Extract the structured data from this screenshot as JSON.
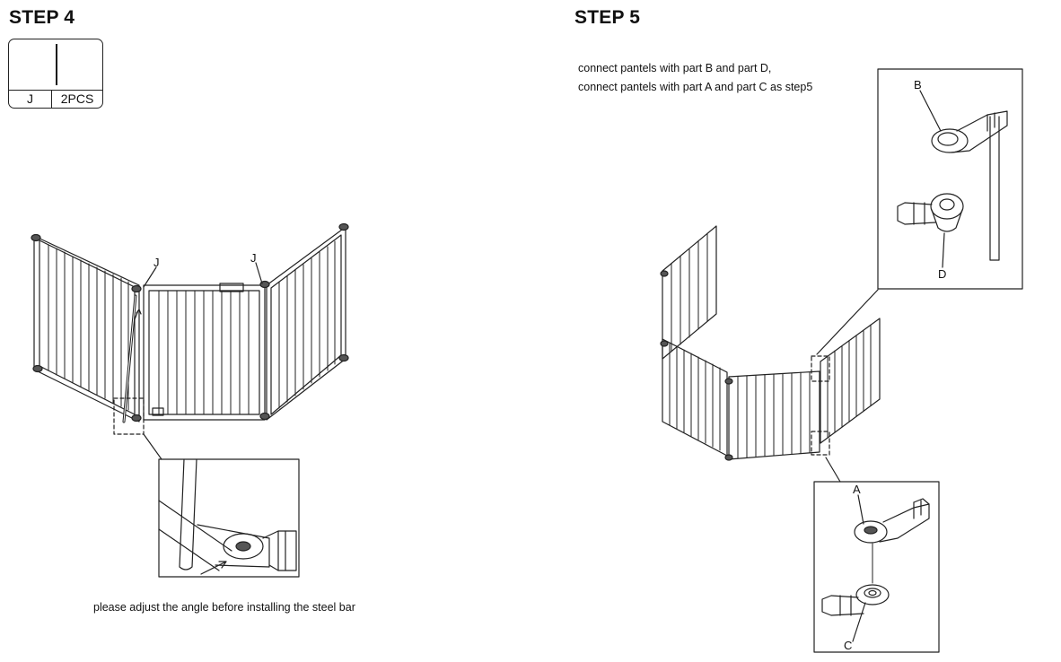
{
  "step4": {
    "title": "STEP 4",
    "part_table": {
      "letter": "J",
      "quantity": "2PCS"
    },
    "callout_labels": [
      "J",
      "J"
    ],
    "note": "please adjust the angle before installing the steel bar"
  },
  "step5": {
    "title": "STEP 5",
    "instructions": [
      "connect pantels with part B and part D,",
      "connect pantels with part  A and part C as step5"
    ],
    "detail_labels": {
      "b": "B",
      "d": "D",
      "a": "A",
      "c": "C"
    }
  }
}
